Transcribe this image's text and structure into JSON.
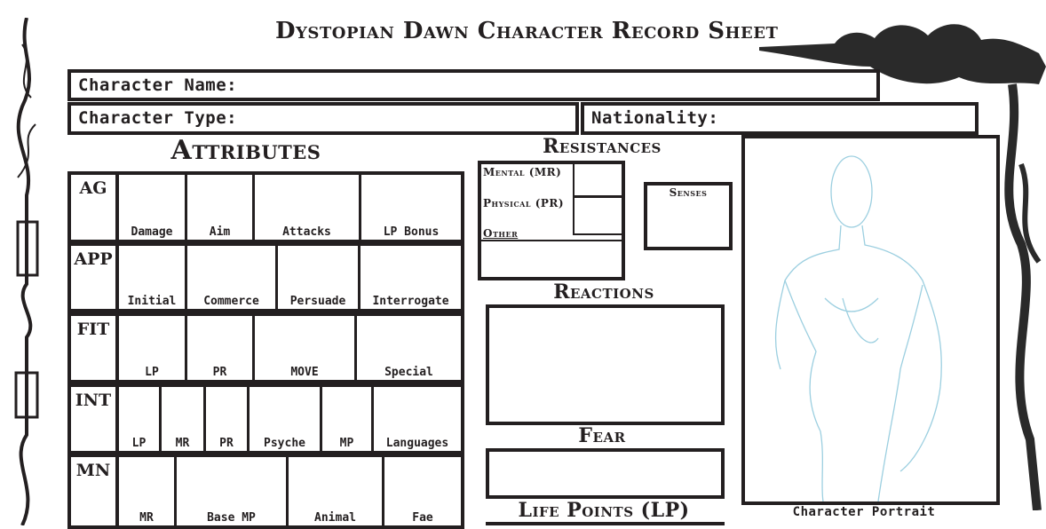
{
  "title": "Dystopian Dawn Character Record Sheet",
  "fields": {
    "character_name": "Character Name:",
    "character_type": "Character Type:",
    "nationality": "Nationality:"
  },
  "attributes": {
    "heading": "Attributes",
    "rows": [
      {
        "name": "AG",
        "cells": [
          "Damage",
          "Aim",
          "Attacks",
          "LP Bonus"
        ]
      },
      {
        "name": "APP",
        "cells": [
          "Initial",
          "Commerce",
          "Persuade",
          "Interrogate"
        ]
      },
      {
        "name": "FIT",
        "cells": [
          "LP",
          "PR",
          "MOVE",
          "Special"
        ]
      },
      {
        "name": "INT",
        "cells": [
          "LP",
          "MR",
          "PR",
          "Psyche",
          "MP",
          "Languages"
        ]
      },
      {
        "name": "MN",
        "cells": [
          "MR",
          "Base MP",
          "Animal",
          "Fae"
        ]
      }
    ]
  },
  "resistances": {
    "heading": "Resistances",
    "mental": "Mental (MR)",
    "physical": "Physical (PR)",
    "other": "Other"
  },
  "senses": "Senses",
  "reactions": "Reactions",
  "fear": "Fear",
  "life_points": "Life Points (LP)",
  "portrait_caption": "Character Portrait"
}
